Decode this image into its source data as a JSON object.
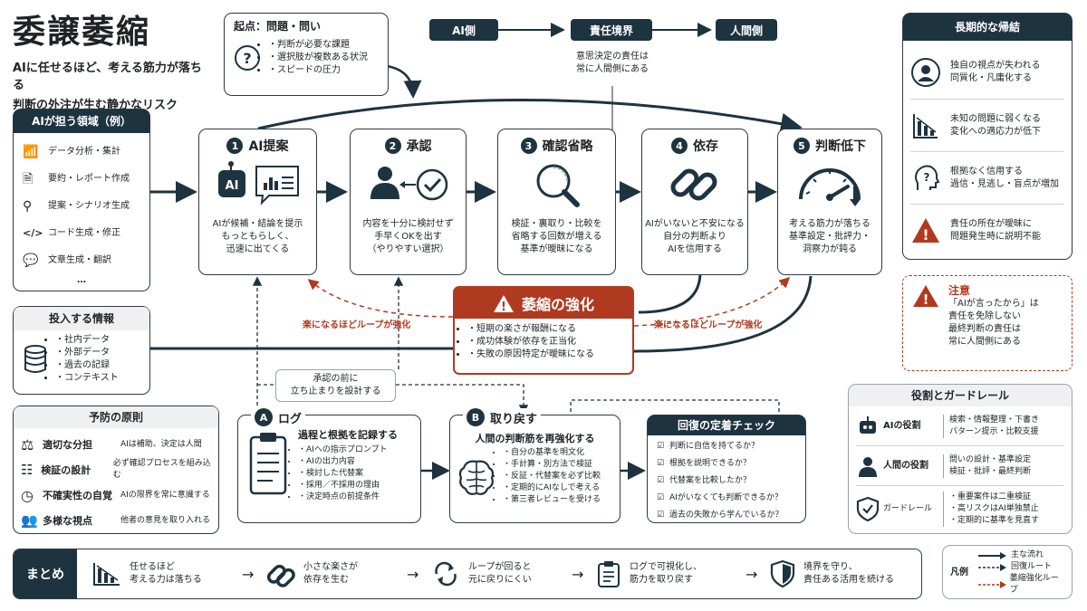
{
  "header": {
    "title": "委譲萎縮",
    "subtitle1": "AIに任せるほど、考える筋力が落ちる",
    "subtitle2": "判断の外注が生む静かなリスク"
  },
  "origin": {
    "title": "起点：問題・問い",
    "items": [
      "判断が必要な課題",
      "選択肢が複数ある状況",
      "スピードの圧力"
    ]
  },
  "boundary": {
    "left": "AI側",
    "center": "責任境界",
    "right": "人間側",
    "note1": "意思決定の責任は",
    "note2": "常に人間側にある"
  },
  "longterm": {
    "title": "長期的な帰結",
    "items": [
      {
        "l1": "独自の視点が失われる",
        "l2": "同質化・凡庸化する",
        "icon": "person-head-icon"
      },
      {
        "l1": "未知の問題に弱くなる",
        "l2": "変化への適応力が低下",
        "icon": "declining-chart-icon"
      },
      {
        "l1": "根拠なく信用する",
        "l2": "過信・見逃し・盲点が増加",
        "icon": "question-head-icon"
      },
      {
        "l1": "責任の所在が曖昧に",
        "l2": "問題発生時に説明不能",
        "icon": "warning-icon"
      }
    ]
  },
  "ai_domain": {
    "title": "AIが担う領域（例）",
    "items": [
      "データ分析・集計",
      "要約・レポート作成",
      "提案・シナリオ生成",
      "コード生成・修正",
      "文章生成・翻訳"
    ],
    "more": "…"
  },
  "inputs": {
    "title": "投入する情報",
    "items": [
      "社内データ",
      "外部データ",
      "過去の記録",
      "コンテキスト"
    ]
  },
  "prevention": {
    "title": "予防の原則",
    "items": [
      {
        "name": "適切な分担",
        "desc": "AIは補助、決定は人間"
      },
      {
        "name": "検証の設計",
        "desc": "必ず確認プロセスを組み込む"
      },
      {
        "name": "不確実性の自覚",
        "desc": "AIの限界を常に意識する"
      },
      {
        "name": "多様な視点",
        "desc": "他者の意見を取り入れる"
      }
    ]
  },
  "steps": [
    {
      "num": "1",
      "title": "AI提案",
      "lines": [
        "AIが候補・結論を提示",
        "もっともらしく、",
        "迅速に出てくる"
      ]
    },
    {
      "num": "2",
      "title": "承認",
      "lines": [
        "内容を十分に検討せず",
        "手早くOKを出す",
        "（やりやすい選択）"
      ]
    },
    {
      "num": "3",
      "title": "確認省略",
      "lines": [
        "検証・裏取り・比較を",
        "省略する回数が増える",
        "基準が曖昧になる"
      ]
    },
    {
      "num": "4",
      "title": "依存",
      "lines": [
        "AIがいないと不安になる",
        "自分の判断より",
        "AIを信用する"
      ]
    },
    {
      "num": "5",
      "title": "判断低下",
      "lines": [
        "考える筋力が落ちる",
        "基準設定・批評力・",
        "洞察力が鈍る"
      ]
    }
  ],
  "reinforce": {
    "title": "萎縮の強化",
    "items": [
      "短期の楽さが報酬になる",
      "成功体験が依存を正当化",
      "失敗の原因特定が曖昧になる"
    ],
    "loop_left": "楽になるほどループが強化",
    "loop_right": "楽になるほどループが強化"
  },
  "pause": {
    "l1": "承認の前に",
    "l2": "立ち止まりを設計する"
  },
  "log": {
    "letter": "A",
    "title": "ログ",
    "subtitle": "過程と根拠を記録する",
    "items": [
      "AIへの指示プロンプト",
      "AIの出力内容",
      "検討した代替案",
      "採用／不採用の理由",
      "決定時点の前提条件"
    ]
  },
  "recover": {
    "letter": "B",
    "title": "取り戻す",
    "subtitle": "人間の判断筋を再強化する",
    "items": [
      "自分の基準を明文化",
      "手計算・別方法で検証",
      "反証・代替案を必ず比較",
      "定期的にAIなしで考える",
      "第三者レビューを受ける"
    ]
  },
  "check": {
    "title": "回復の定着チェック",
    "items": [
      "判断に自信を持てるか？",
      "根拠を説明できるか？",
      "代替案を比較したか？",
      "AIがいなくても判断できるか？",
      "過去の失敗から学んでいるか？"
    ]
  },
  "alert": {
    "title": "注意",
    "lines": [
      "「AIが言ったから」は",
      "責任を免除しない",
      "最終判断の責任は",
      "常に人間側にある"
    ]
  },
  "roles": {
    "title": "役割とガードレール",
    "items": [
      {
        "name": "AIの役割",
        "lines": [
          "検索・情報整理・下書き",
          "パターン提示・比較支援"
        ]
      },
      {
        "name": "人間の役割",
        "lines": [
          "問いの設計・基準設定",
          "検証・批評・最終判断"
        ]
      },
      {
        "name": "ガードレール",
        "lines": [
          "・重要案件は二重検証",
          "・高リスクはAI単独禁止",
          "・定期的に基準を見直す"
        ]
      }
    ]
  },
  "summary": {
    "label": "まとめ",
    "items": [
      {
        "l1": "任せるほど",
        "l2": "考える力は落ちる"
      },
      {
        "l1": "小さな楽さが",
        "l2": "依存を生む"
      },
      {
        "l1": "ループが回ると",
        "l2": "元に戻りにくい"
      },
      {
        "l1": "ログで可視化し、",
        "l2": "筋力を取り戻す"
      },
      {
        "l1": "境界を守り、",
        "l2": "責任ある活用を続ける"
      }
    ]
  },
  "legend": {
    "title": "凡例",
    "items": [
      "主な流れ",
      "回復ルート",
      "萎縮強化ループ"
    ]
  },
  "colors": {
    "dark": "#1e3340",
    "accent_red": "#b03a20",
    "border": "#2d3a45"
  }
}
